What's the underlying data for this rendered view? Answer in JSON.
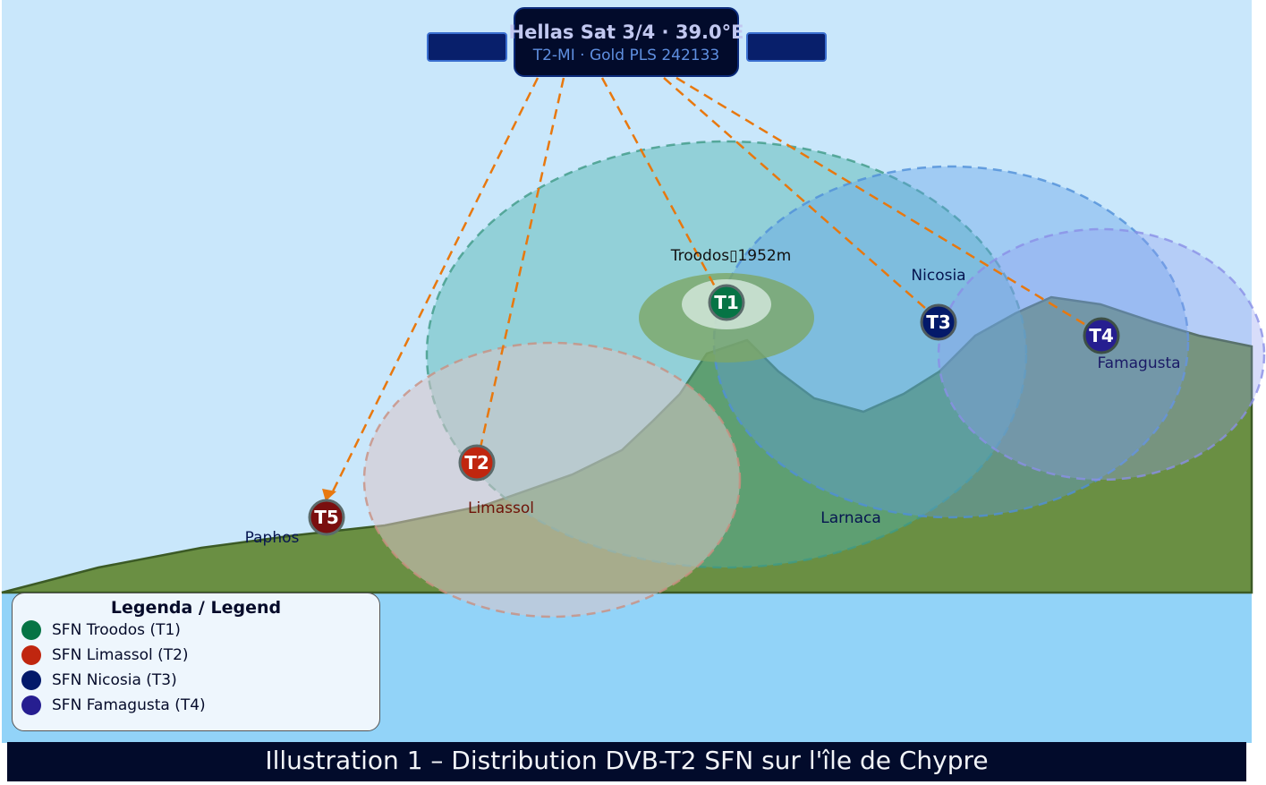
{
  "satellite": {
    "name": "Hellas Sat 3/4 · 39.0°E",
    "feed": "T2-MI · Gold PLS 242133",
    "icon": "satellite-icon"
  },
  "summit_label": "Troodos▯1952m",
  "transmitters": [
    {
      "id": "T1",
      "site": "Troodos",
      "color": "#067445"
    },
    {
      "id": "T2",
      "site": "Limassol",
      "color": "#c0260f"
    },
    {
      "id": "T3",
      "site": "Nicosia",
      "color": "#03196a"
    },
    {
      "id": "T4",
      "site": "Famagusta",
      "color": "#261e90"
    },
    {
      "id": "T5",
      "site": "Paphos",
      "color": "#7a0f0f"
    }
  ],
  "place_labels": {
    "paphos": "Paphos",
    "limassol": "Limassol",
    "larnaca": "Larnaca",
    "nicosia": "Nicosia",
    "famagusta": "Famagusta"
  },
  "legend": {
    "title": "Legenda / Legend",
    "items": [
      {
        "label": "SFN Troodos (T1)",
        "color": "#067445"
      },
      {
        "label": "SFN Limassol (T2)",
        "color": "#c0260f"
      },
      {
        "label": "SFN Nicosia (T3)",
        "color": "#03196a"
      },
      {
        "label": "SFN Famagusta (T4)",
        "color": "#261e90"
      }
    ]
  },
  "caption": "Illustration 1 – Distribution DVB-T2 SFN sur l'île de Chypre",
  "colors": {
    "sky": "#c9e7fb",
    "sea": "#92d3f8",
    "land": "#6a8f43",
    "feed_line": "#e8780e"
  }
}
